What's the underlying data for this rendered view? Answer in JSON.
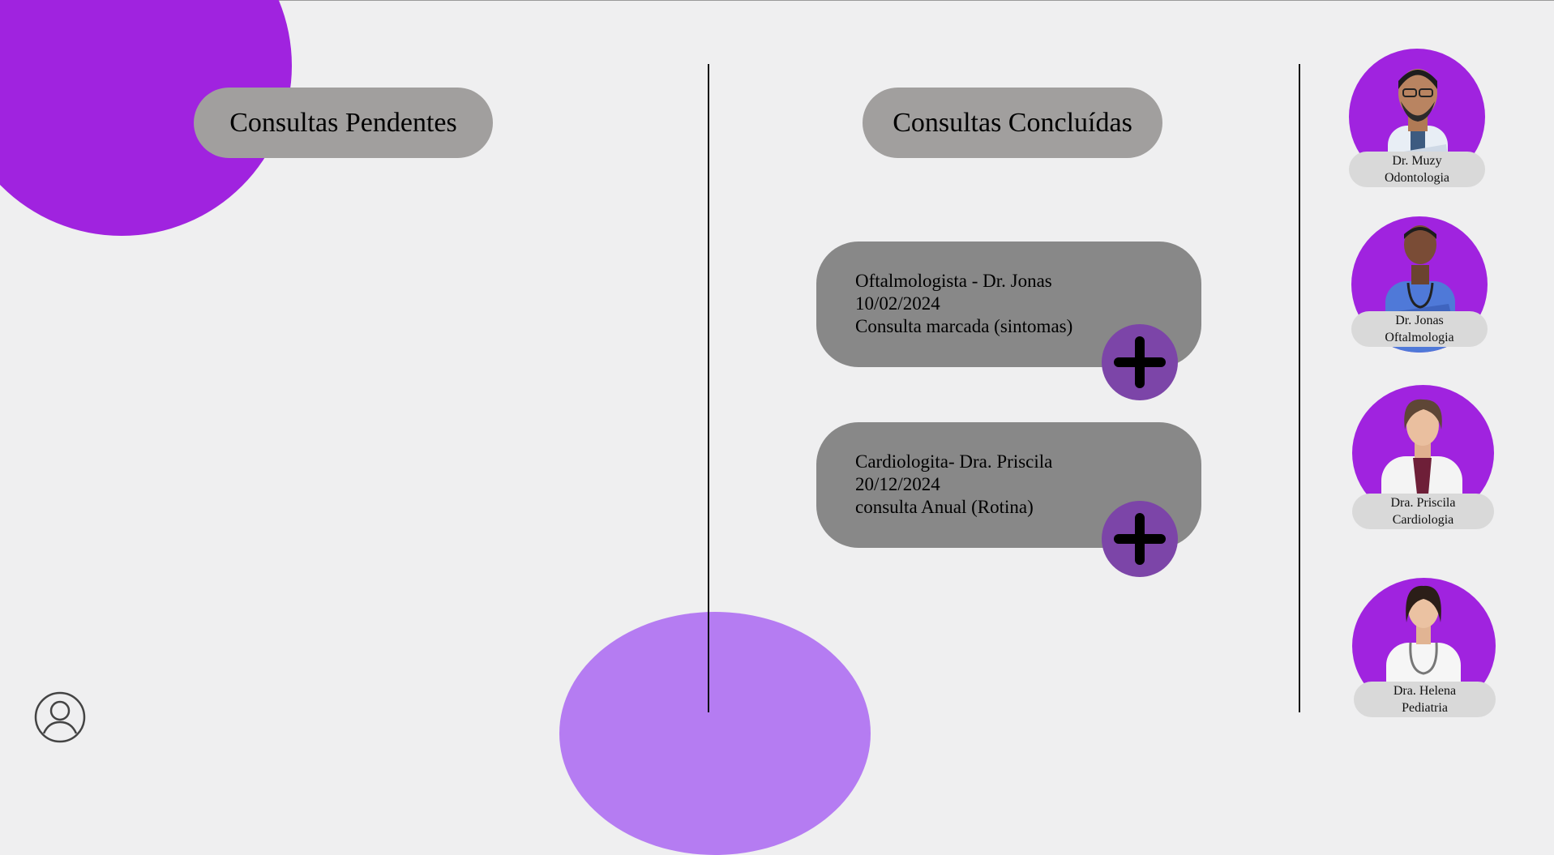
{
  "headers": {
    "pending": "Consultas Pendentes",
    "completed": "Consultas Concluídas"
  },
  "appointments": [
    {
      "line1": "Oftalmologista - Dr. Jonas",
      "line2": "10/02/2024",
      "line3": "Consulta marcada (sintomas)"
    },
    {
      "line1": "Cardiologita- Dra. Priscila",
      "line2": "20/12/2024",
      "line3": "consulta Anual (Rotina)"
    }
  ],
  "doctors": [
    {
      "name": "Dr. Muzy",
      "specialty": "Odontologia"
    },
    {
      "name": "Dr. Jonas",
      "specialty": "Oftalmologia"
    },
    {
      "name": "Dra. Priscila",
      "specialty": "Cardiologia"
    },
    {
      "name": "Dra. Helena",
      "specialty": "Pediatria"
    }
  ],
  "icons": {
    "add": "plus-icon",
    "profile": "user-profile-icon"
  },
  "colors": {
    "accent": "#a023df",
    "accent_light": "#b57cf2",
    "button": "#7c45a8",
    "card": "#888888",
    "header_pill": "#a19f9e",
    "background": "#efeff0"
  }
}
